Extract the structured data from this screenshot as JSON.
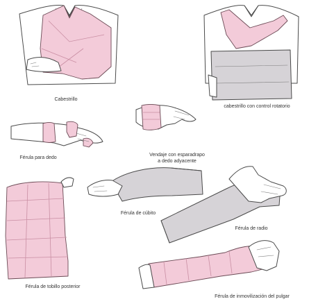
{
  "labels": {
    "sling": "Cabestrillo",
    "sling_rotation_control": "cabestrillo con control rotatorio",
    "finger_splint": "Férula para dedo",
    "buddy_taping_line1": "Vendaje con esparadrapo",
    "buddy_taping_line2": "a dedo adyacente",
    "ulnar_splint": "Férula de cúbito",
    "radial_splint": "Férula de radio",
    "posterior_leg_splint": "Férula de tobillo posterior",
    "thumb_spica_splint": "Férula de inmovilización del pulgar"
  },
  "colors": {
    "bandage_pink": "#f3cbd9",
    "splint_grey": "#d6d3d7",
    "outline": "#4a4a4a"
  }
}
